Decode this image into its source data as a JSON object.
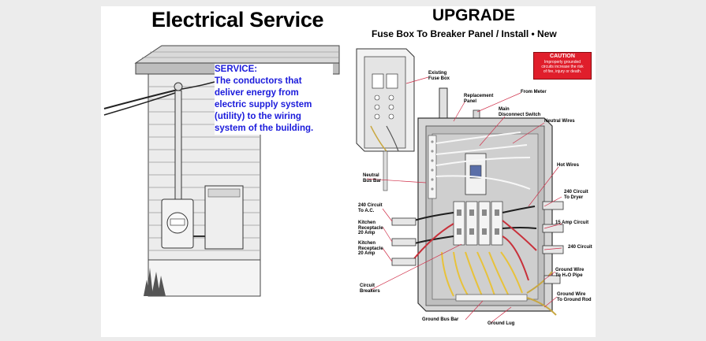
{
  "left_panel": {
    "title": "Electrical Service",
    "service": {
      "heading": "SERVICE:",
      "lines": [
        "The conductors that",
        "deliver energy from",
        "electric supply system",
        "(utility) to the wiring",
        "system of the building."
      ]
    }
  },
  "right_panel": {
    "title": "UPGRADE",
    "subtitle": "Fuse Box To Breaker Panel / Install • New",
    "caution": {
      "heading": "CAUTION",
      "text": [
        "Improperly grounded",
        "circuits increase the risk",
        "of fire, injury or death."
      ]
    },
    "labels": {
      "existing_fuse_box": [
        "Existing",
        "Fuse Box"
      ],
      "replacement_panel": [
        "Replacement",
        "Panel"
      ],
      "from_meter": [
        "From Meter"
      ],
      "main_disconnect": [
        "Main",
        "Disconnect Switch"
      ],
      "neutral_wires": [
        "Neutral Wires"
      ],
      "neutral_bus_bar": [
        "Neutral",
        "Bus Bar"
      ],
      "hot_wires": [
        "Hot Wires"
      ],
      "circuit_240_ac": [
        "240 Circuit",
        "To A.C."
      ],
      "circuit_240_dryer": [
        "240 Circuit",
        "To Dryer"
      ],
      "kitchen_1": [
        "Kitchen",
        "Receptacle",
        "20 Amp"
      ],
      "kitchen_2": [
        "Kitchen",
        "Receptacle",
        "20 Amp"
      ],
      "circuit_15": [
        "15 Amp Circuit"
      ],
      "circuit_240": [
        "240 Circuit"
      ],
      "circuit_breakers": [
        "Circuit",
        "Breakers"
      ],
      "ground_wire_h2o": [
        "Ground Wire",
        "To H₂O Pipe"
      ],
      "ground_wire_rod": [
        "Ground Wire",
        "To Ground Rod"
      ],
      "ground_bus_bar": [
        "Ground Bus Bar"
      ],
      "ground_lug": [
        "Ground Lug"
      ]
    }
  },
  "colors": {
    "service_text": "#1a1adb",
    "caution_bg": "#e01e2b",
    "label_line": "#d0304a",
    "wire_yellow": "#e8c23a",
    "wire_red": "#c8303a"
  }
}
